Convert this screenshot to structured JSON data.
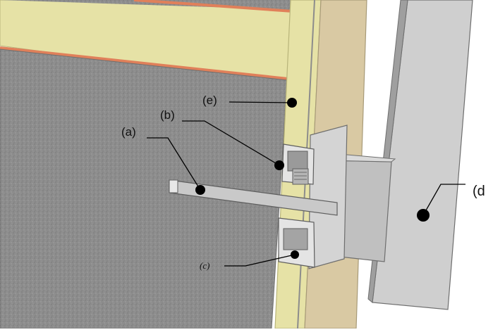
{
  "diagram": {
    "labels": {
      "a": "(a)",
      "b": "(b)",
      "c": "(c)",
      "d": "(d",
      "e": "(e)"
    },
    "colors": {
      "insulation": "#e6e2a6",
      "insulation_edge": "#b8b47a",
      "stone": "#8a8a8a",
      "sheathing": "#d9c9a3",
      "steel": "#c8c8c8",
      "steel_dark": "#9a9a9a",
      "orange": "#e0805a",
      "background": "#ffffff"
    }
  }
}
